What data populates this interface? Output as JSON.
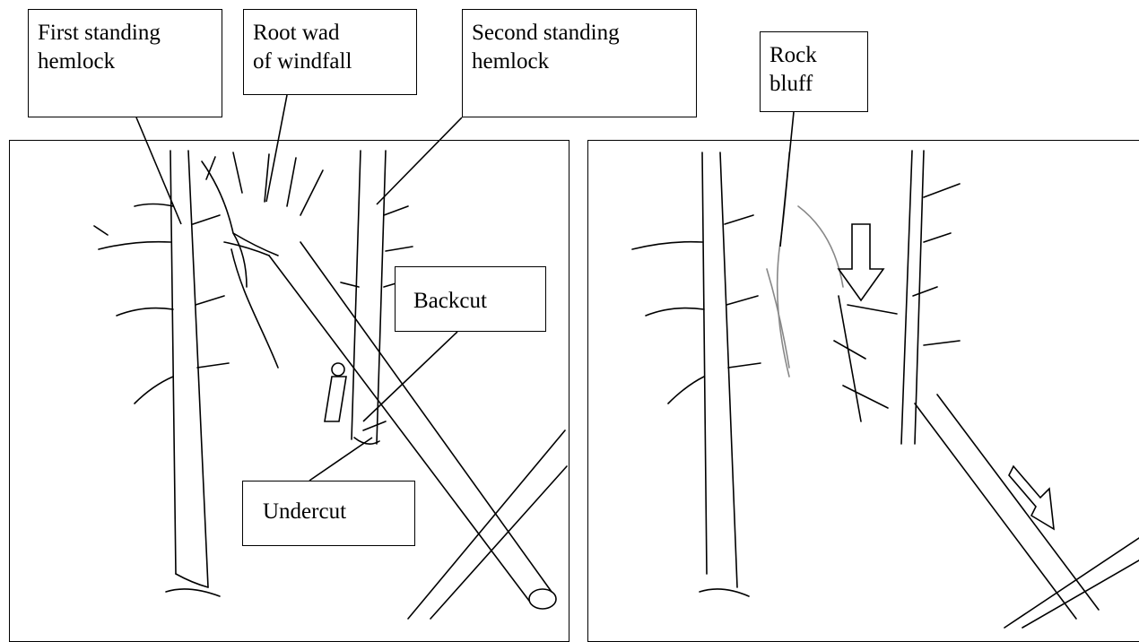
{
  "labels": {
    "first_hemlock": "First standing\nhemlock",
    "root_wad": "Root wad\nof windfall",
    "second_hemlock": "Second standing\nhemlock",
    "rock_bluff": "Rock\nbluff",
    "backcut": "Backcut",
    "undercut": "Undercut"
  },
  "colors": {
    "ink": "#000000",
    "paper": "#ffffff"
  }
}
